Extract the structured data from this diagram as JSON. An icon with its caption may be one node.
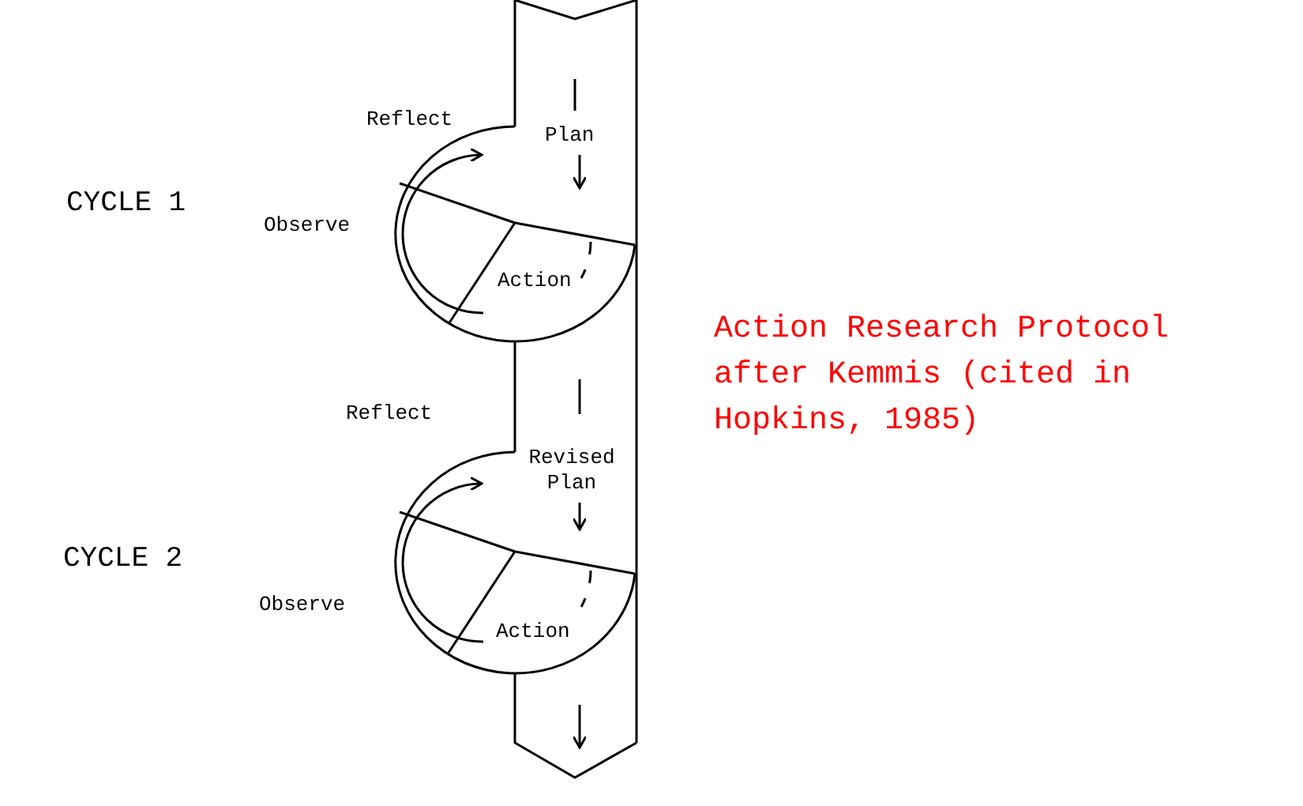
{
  "diagram": {
    "caption": "Action Research Protocol after Kemmis (cited in Hopkins, 1985)",
    "labels": [
      "Reflect",
      "Plan",
      "CYCLE 1",
      "Observe",
      "Action",
      "Reflect",
      "Revised Plan",
      "CYCLE 2",
      "Observe",
      "Action"
    ]
  }
}
